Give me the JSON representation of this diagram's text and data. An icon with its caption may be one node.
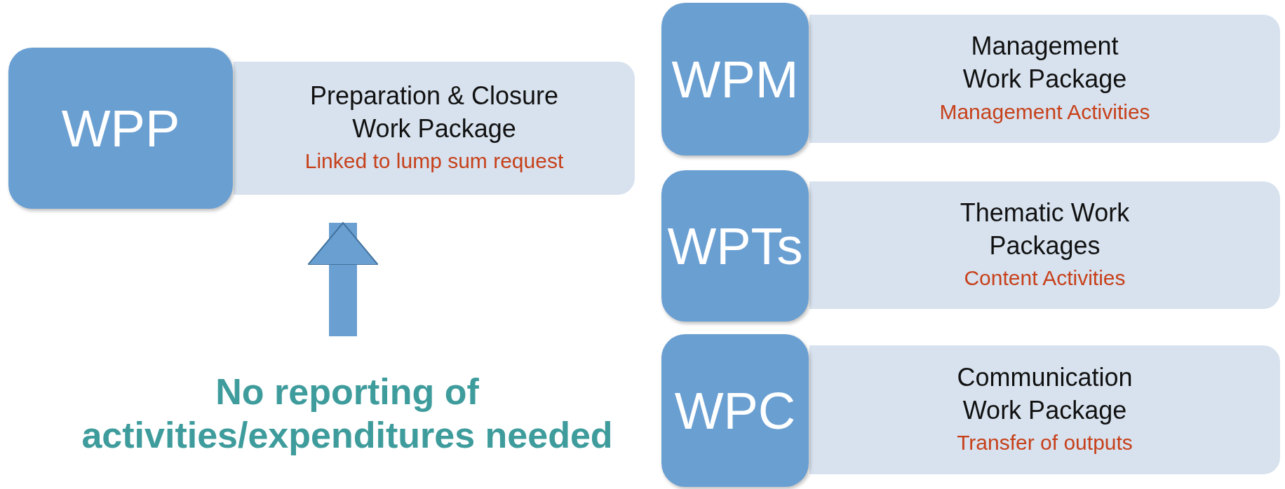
{
  "diagram": {
    "nodes": [
      {
        "text": [
          "WPP"
        ]
      },
      {
        "text": [
          "Preparation & Closure Work Package",
          "Linked to lump sum request"
        ]
      },
      {
        "text": [
          "WPM"
        ]
      },
      {
        "text": [
          "Management Work Package",
          "Management Activities"
        ]
      },
      {
        "text": [
          "WPTs"
        ]
      },
      {
        "text": [
          "Thematic Work Packages",
          "Content Activities"
        ]
      },
      {
        "text": [
          "WPC"
        ]
      },
      {
        "text": [
          "Communication Work Package",
          "Transfer of outputs"
        ]
      },
      {
        "text": [
          "No reporting of activities/expenditures needed"
        ]
      }
    ],
    "edges": [
      {
        "from": 8,
        "to": 1,
        "arrow": "to"
      }
    ]
  }
}
